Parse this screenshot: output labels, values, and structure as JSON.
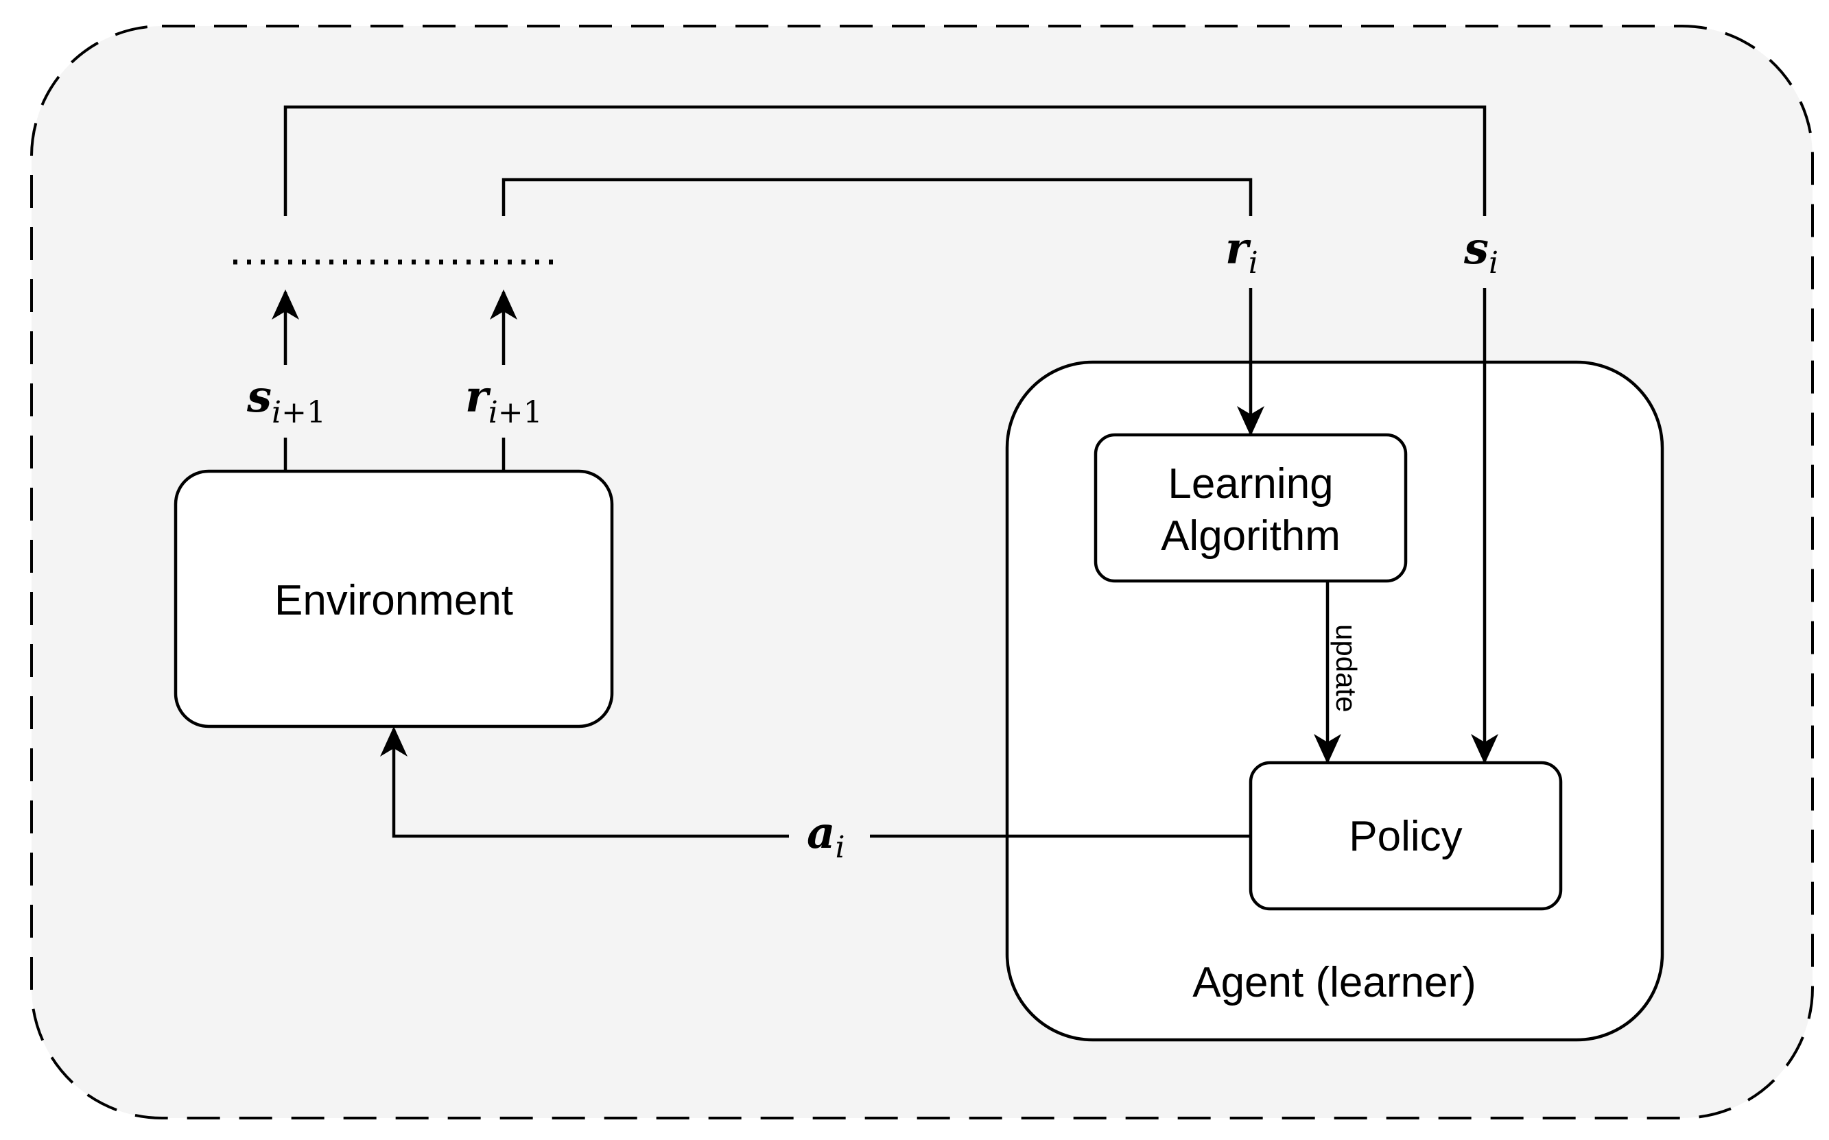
{
  "diagram": {
    "nodes": {
      "environment": "Environment",
      "learning_algorithm_line1": "Learning",
      "learning_algorithm_line2": "Algorithm",
      "policy": "Policy",
      "agent": "Agent (learner)"
    },
    "edges": {
      "update": "update",
      "r_i": {
        "base": "r",
        "sub": "i"
      },
      "s_i": {
        "base": "s",
        "sub": "i"
      },
      "a_i": {
        "base": "a",
        "sub": "i"
      },
      "s_next": {
        "base": "s",
        "sub_var": "i",
        "sub_rest": "+1"
      },
      "r_next": {
        "base": "r",
        "sub_var": "i",
        "sub_rest": "+1"
      }
    },
    "colors": {
      "background_panel": "#f4f4f4",
      "stroke": "#000000",
      "box_fill": "#ffffff"
    }
  }
}
